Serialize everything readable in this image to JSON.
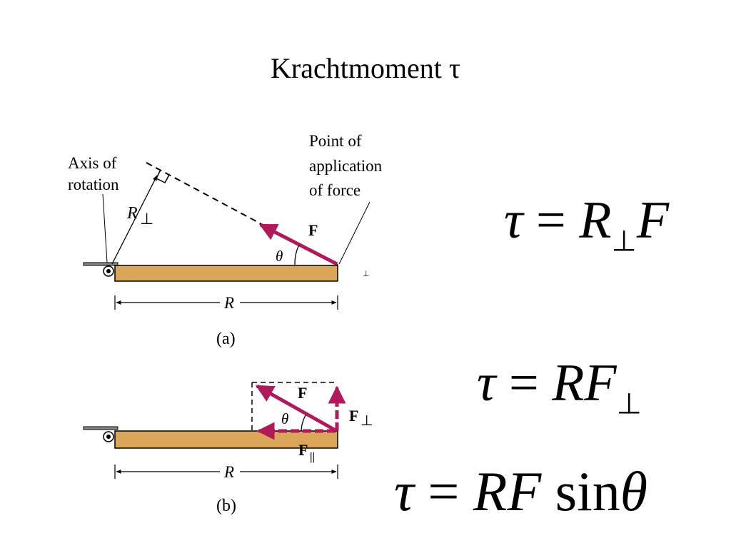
{
  "title": "Krachtmoment τ",
  "diagram_a": {
    "axis_label_line1": "Axis of",
    "axis_label_line2": "rotation",
    "point_label_line1": "Point of",
    "point_label_line2": "application",
    "point_label_line3": "of force",
    "r_perp": "R",
    "perp_symbol": "⊥",
    "force": "F",
    "angle": "θ",
    "length": "R",
    "caption": "(a)",
    "stray_mark": "⊥"
  },
  "diagram_b": {
    "force": "F",
    "force_perp": "F",
    "perp_symbol": "⊥",
    "force_par": "F",
    "par_symbol": "||",
    "angle": "θ",
    "length": "R",
    "caption": "(b)"
  },
  "equations": {
    "eq1": {
      "lhs": "τ",
      "op": "=",
      "r": "R",
      "sub": "⊥",
      "f": "F"
    },
    "eq2": {
      "lhs": "τ",
      "op": "=",
      "rf": "RF",
      "sub": "⊥"
    },
    "eq3": {
      "lhs": "τ",
      "op": "=",
      "rf": "RF",
      "fn": "sin",
      "theta": "θ"
    }
  },
  "colors": {
    "board": "#D9A65A",
    "force": "#B0195A",
    "line": "#000000"
  }
}
